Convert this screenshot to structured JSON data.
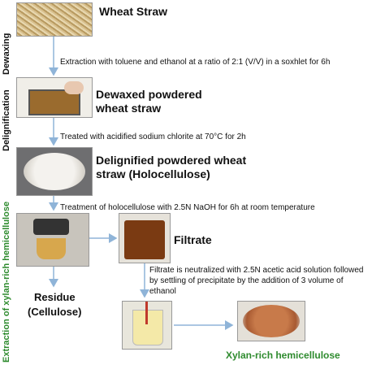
{
  "side_labels": {
    "dewaxing": "Dewaxing",
    "delignification": "Delignification",
    "extraction": "Extraction of xylan-rich hemicellulose"
  },
  "stages": {
    "wheat_straw": "Wheat Straw",
    "dewaxed_line1": "Dewaxed  powdered",
    "dewaxed_line2": "wheat straw",
    "delignified_line1": "Delignified powdered wheat",
    "delignified_line2": "straw (Holocellulose)",
    "filtrate": "Filtrate",
    "residue_line1": "Residue",
    "residue_line2": "(Cellulose)",
    "product": "Xylan-rich hemicellulose"
  },
  "steps": {
    "extraction": "Extraction with toluene and ethanol at a ratio of 2:1 (V/V) in a soxhlet for 6h",
    "acid_chlorite": "Treated with acidified sodium chlorite at 70°C for 2h",
    "naoh": "Treatment of holocellulose with 2.5N NaOH for 6h at room temperature",
    "neutralize_line1": "Filtrate is neutralized with 2.5N acetic acid solution followed",
    "neutralize_line2": "by settling of precipitate by the addition of 3 volume of",
    "neutralize_line3": "ethanol"
  },
  "colors": {
    "arrow": "#8fb4d8",
    "extraction_label": "#2e8b2e",
    "product_label": "#2e8b2e",
    "side_label": "#111111"
  }
}
